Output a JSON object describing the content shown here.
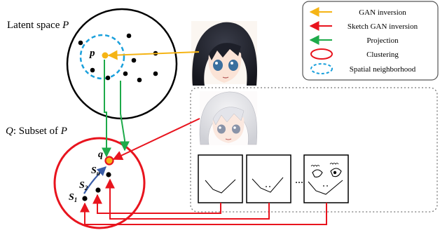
{
  "labels": {
    "latent_space": "Latent space ",
    "latent_var": "P",
    "subset_prefix": "Q",
    "subset_text": ": Subset of ",
    "subset_var": "P",
    "point_p": "p",
    "point_q": "q",
    "s_base": "S",
    "s1_sub": "1",
    "s2_sub": "2",
    "sn_sub": "n",
    "dots": "..."
  },
  "legend": [
    {
      "label": "GAN inversion",
      "symbol": "arrow",
      "color": "#f5b415"
    },
    {
      "label": "Sketch GAN inversion",
      "symbol": "arrow",
      "color": "#e8141e"
    },
    {
      "label": "Projection",
      "symbol": "arrow",
      "color": "#1eaa4a"
    },
    {
      "label": "Clustering",
      "symbol": "ellipse",
      "color": "#e8141e"
    },
    {
      "label": "Spatial neighborhood",
      "symbol": "dashed-ellipse",
      "color": "#1aa0dc"
    }
  ],
  "colors": {
    "gan_inversion": "#f5b415",
    "sketch_inversion": "#e8141e",
    "projection": "#1eaa4a",
    "clustering": "#e8141e",
    "neighborhood": "#1aa0dc",
    "order_arrow": "#3a5da8"
  },
  "images": {
    "anime_face_dark": "anime-character-dark-hair",
    "anime_face_white": "anime-character-white-hair",
    "sketches": [
      "sketch-jawline",
      "sketch-jawline-dots",
      "sketch-face-eyes"
    ]
  }
}
